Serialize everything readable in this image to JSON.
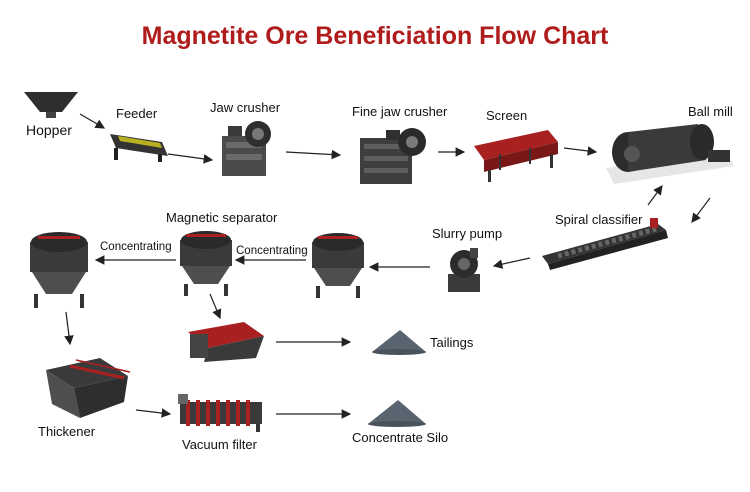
{
  "title": "Magnetite Ore Beneficiation Flow Chart",
  "labels": {
    "hopper": "Hopper",
    "feeder": "Feeder",
    "jaw_crusher": "Jaw crusher",
    "fine_jaw_crusher": "Fine jaw crusher",
    "screen": "Screen",
    "ball_mill": "Ball mill",
    "spiral_classifier": "Spiral classifier",
    "slurry_pump": "Slurry pump",
    "magnetic_separator": "Magnetic separator",
    "concentrating_1": "Concentrating",
    "concentrating_2": "Concentrating",
    "tailings": "Tailings",
    "thickener": "Thickener",
    "vacuum_filter": "Vacuum filter",
    "concentrate_silo": "Concentrate Silo"
  },
  "colors": {
    "title": "#b01c1c",
    "machine_dark": "#3a3a3a",
    "machine_mid": "#6b6b6b",
    "accent_red": "#a82020",
    "pile": "#5a6470"
  }
}
